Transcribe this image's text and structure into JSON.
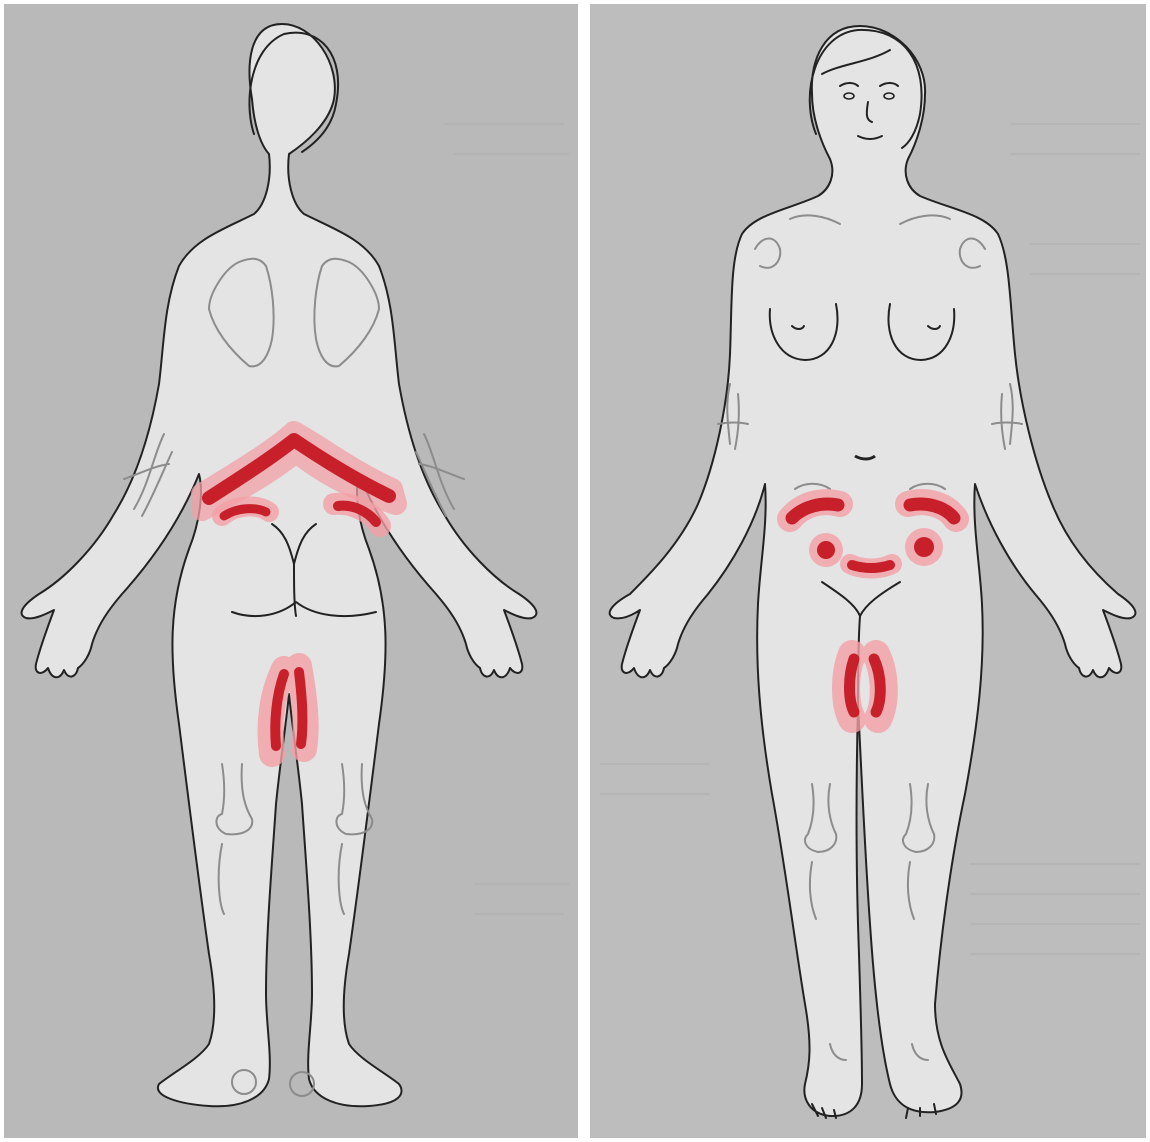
{
  "colors": {
    "background": "#b9b9b9",
    "skin": "#e4e4e4",
    "outline": "#222222",
    "bone": "#8c8c8c",
    "pain_core": "#c8202a",
    "pain_halo": "#f2a0a6"
  },
  "panels": [
    {
      "view": "back",
      "pain_zones": [
        "lower-back-band",
        "left-buttock-upper",
        "right-buttock-upper",
        "posterior-thighs"
      ]
    },
    {
      "view": "front",
      "pain_zones": [
        "left-iliac-crest",
        "right-iliac-crest",
        "left-hip",
        "right-hip",
        "pubic-symphysis",
        "inner-thighs"
      ]
    }
  ]
}
